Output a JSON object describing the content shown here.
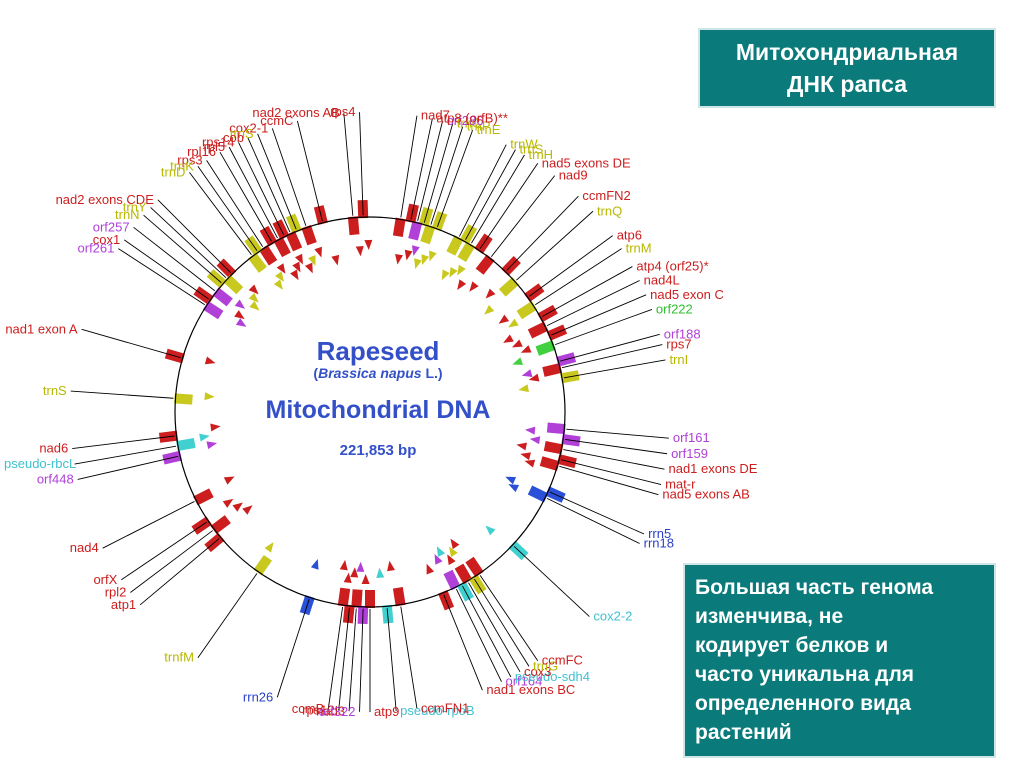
{
  "title_lines": [
    "Митохондриальная",
    "ДНК рапса"
  ],
  "note_lines": [
    "Большая часть генома",
    "изменчива, не",
    "кодирует белков и",
    "часто уникальна для",
    "определенного вида",
    "растений"
  ],
  "center": {
    "title": "Rapeseed",
    "species_open": "(",
    "species": "Brassica napus",
    "species_close": " L.)",
    "subtitle": "Mitochondrial DNA",
    "size": "221,853 bp"
  },
  "colors": {
    "protein": "#cc1e1e",
    "trna": "#c8c81e",
    "orf": "#b040d8",
    "rrna": "#2a50d8",
    "pseudo": "#40d0d0",
    "orf222": "#40d040",
    "unknown": "#1a6a50"
  },
  "genes": [
    {
      "label": "rps4",
      "cat": "protein",
      "angle": 358
    },
    {
      "label": "nad2 exons AB",
      "cat": "protein",
      "angle": 355
    },
    {
      "label": "ccmC",
      "cat": "protein",
      "angle": 346
    },
    {
      "label": "cox2-1",
      "cat": "protein",
      "angle": 341
    },
    {
      "label": "trnS",
      "cat": "trna",
      "angle": 338
    },
    {
      "label": "cob",
      "cat": "protein",
      "angle": 336
    },
    {
      "label": "rps14",
      "cat": "protein",
      "angle": 334
    },
    {
      "label": "rpl5",
      "cat": "protein",
      "angle": 332
    },
    {
      "label": "rpl16",
      "cat": "protein",
      "angle": 330
    },
    {
      "label": "rps3",
      "cat": "protein",
      "angle": 327
    },
    {
      "label": "trnK",
      "cat": "trna",
      "angle": 325
    },
    {
      "label": "trnD",
      "cat": "trna",
      "angle": 323
    },
    {
      "label": "nad2 exons CDE",
      "cat": "protein",
      "angle": 315
    },
    {
      "label": "trnY",
      "cat": "trna",
      "angle": 313
    },
    {
      "label": "trnN",
      "cat": "trna",
      "angle": 311
    },
    {
      "label": "orf257",
      "cat": "orf",
      "angle": 308
    },
    {
      "label": "cox1",
      "cat": "protein",
      "angle": 305
    },
    {
      "label": "orf261",
      "cat": "orf",
      "angle": 303
    },
    {
      "label": "nad1 exon A",
      "cat": "protein",
      "angle": 286
    },
    {
      "label": "trnS",
      "cat": "trna",
      "angle": 274
    },
    {
      "label": "nad6",
      "cat": "protein",
      "angle": 263
    },
    {
      "label": "pseudo-rbcL",
      "cat": "pseudo",
      "angle": 260
    },
    {
      "label": "orf448",
      "cat": "orf",
      "angle": 257
    },
    {
      "label": "nad4",
      "cat": "protein",
      "angle": 243
    },
    {
      "label": "orfX",
      "cat": "protein",
      "angle": 236
    },
    {
      "label": "rpl2",
      "cat": "protein",
      "angle": 233
    },
    {
      "label": "atp1",
      "cat": "protein",
      "angle": 230
    },
    {
      "label": "trnfM",
      "cat": "trna",
      "angle": 215
    },
    {
      "label": "rrn26",
      "cat": "rrna",
      "angle": 198
    },
    {
      "label": "ccmB",
      "cat": "protein",
      "angle": 188
    },
    {
      "label": "rps12",
      "cat": "protein",
      "angle": 186
    },
    {
      "label": "nad3",
      "cat": "protein",
      "angle": 184
    },
    {
      "label": "orf322",
      "cat": "orf",
      "angle": 182
    },
    {
      "label": "atp9",
      "cat": "protein",
      "angle": 180
    },
    {
      "label": "pseudo-rpoB",
      "cat": "pseudo",
      "angle": 175
    },
    {
      "label": "ccmFN1",
      "cat": "protein",
      "angle": 171
    },
    {
      "label": "nad1 exons BC",
      "cat": "protein",
      "angle": 158
    },
    {
      "label": "orf164",
      "cat": "orf",
      "angle": 154
    },
    {
      "label": "pseudo-sdh4",
      "cat": "pseudo",
      "angle": 152
    },
    {
      "label": "cox3",
      "cat": "protein",
      "angle": 150
    },
    {
      "label": "trnG",
      "cat": "trna",
      "angle": 148
    },
    {
      "label": "ccmFC",
      "cat": "protein",
      "angle": 146
    },
    {
      "label": "cox2-2",
      "cat": "pseudo",
      "angle": 133
    },
    {
      "label": "rrn18",
      "cat": "rrna",
      "angle": 116
    },
    {
      "label": "rrn5",
      "cat": "rrna",
      "angle": 114
    },
    {
      "label": "nad5 exons AB",
      "cat": "protein",
      "angle": 106
    },
    {
      "label": "mat-r",
      "cat": "protein",
      "angle": 104
    },
    {
      "label": "nad1 exons DE",
      "cat": "protein",
      "angle": 101
    },
    {
      "label": "orf159",
      "cat": "orf",
      "angle": 98
    },
    {
      "label": "orf161",
      "cat": "orf",
      "angle": 95
    },
    {
      "label": "trnI",
      "cat": "trna",
      "angle": 80
    },
    {
      "label": "rps7",
      "cat": "protein",
      "angle": 77
    },
    {
      "label": "orf188",
      "cat": "orf",
      "angle": 75
    },
    {
      "label": "orf222",
      "cat": "orf222",
      "angle": 70
    },
    {
      "label": "nad5 exon C",
      "cat": "protein",
      "angle": 67
    },
    {
      "label": "nad4L",
      "cat": "protein",
      "angle": 64
    },
    {
      "label": "atp4 (orf25)*",
      "cat": "protein",
      "angle": 61
    },
    {
      "label": "trnM",
      "cat": "trna",
      "angle": 57
    },
    {
      "label": "atp6",
      "cat": "protein",
      "angle": 54
    },
    {
      "label": "trnQ",
      "cat": "trna",
      "angle": 48
    },
    {
      "label": "ccmFN2",
      "cat": "protein",
      "angle": 44
    },
    {
      "label": "nad9",
      "cat": "protein",
      "angle": 38
    },
    {
      "label": "nad5 exons DE",
      "cat": "protein",
      "angle": 34
    },
    {
      "label": "trnH",
      "cat": "trna",
      "angle": 31
    },
    {
      "label": "trnS",
      "cat": "trna",
      "angle": 29
    },
    {
      "label": "trnW",
      "cat": "trna",
      "angle": 27
    },
    {
      "label": "trnE",
      "cat": "trna",
      "angle": 20
    },
    {
      "label": "trnP",
      "cat": "trna",
      "angle": 18
    },
    {
      "label": "trnC",
      "cat": "trna",
      "angle": 16
    },
    {
      "label": "orf286",
      "cat": "orf",
      "angle": 14
    },
    {
      "label": "atp8 (orfB)**",
      "cat": "protein",
      "angle": 12
    },
    {
      "label": "nad7",
      "cat": "protein",
      "angle": 9
    }
  ]
}
